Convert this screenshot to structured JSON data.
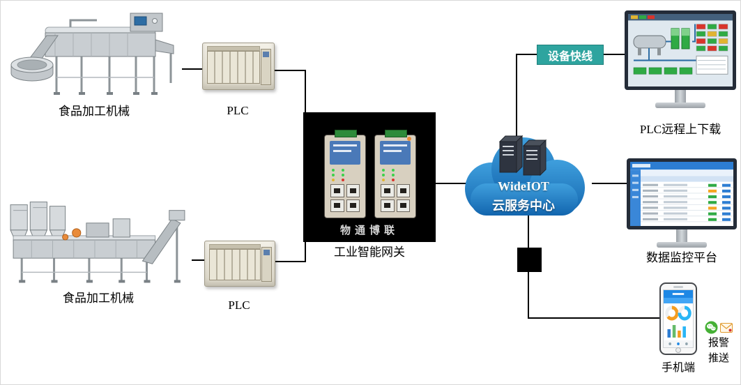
{
  "nodes": {
    "machine1": {
      "label": "食品加工机械"
    },
    "machine2": {
      "label": "食品加工机械"
    },
    "plc1": {
      "label": "PLC"
    },
    "plc2": {
      "label": "PLC"
    },
    "gateway": {
      "brand": "物通博联",
      "label": "工业智能网关"
    },
    "cloud": {
      "title": "WideIOT",
      "subtitle": "云服务中心"
    },
    "express_line": {
      "label": "设备快线"
    },
    "monitor_plc": {
      "label": "PLC远程上下载"
    },
    "monitor_data": {
      "label": "数据监控平台"
    },
    "phone": {
      "label": "手机端"
    },
    "alarm": {
      "line1": "报警",
      "line2": "推送"
    }
  },
  "icons": {
    "alarm_wechat": "wechat-icon",
    "alarm_mail": "mail-icon"
  },
  "colors": {
    "cloud_blue": "#1d7dc4",
    "express_teal": "#2ea49f",
    "connector": "#000000",
    "gateway_background": "#000000"
  }
}
